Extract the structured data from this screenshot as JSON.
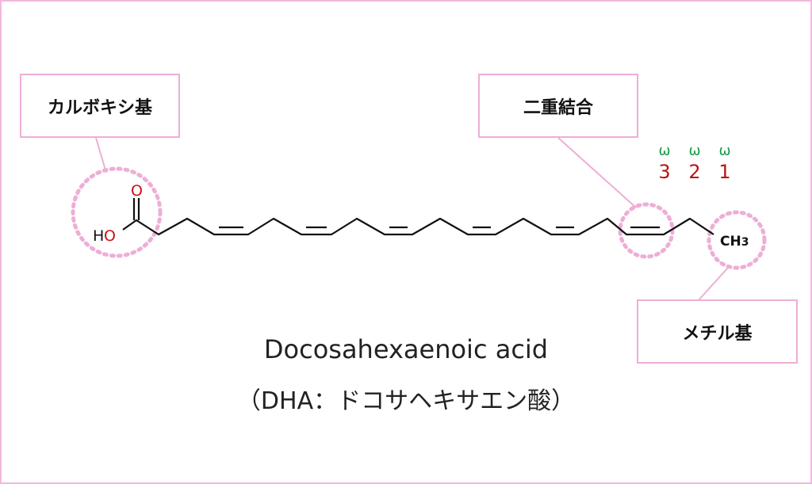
{
  "callouts": {
    "carboxyl": "カルボキシ基",
    "double_bond": "二重結合",
    "methyl": "メチル基"
  },
  "molecule": {
    "atom_o": "O",
    "atom_h": "H",
    "atom_o2": "O",
    "methyl_c": "CH",
    "methyl_sub": "3"
  },
  "omega": {
    "symbol": "ω",
    "positions": [
      "3",
      "2",
      "1"
    ]
  },
  "compound": {
    "name": "Docosahexaenoic acid",
    "subtitle": "（DHA：ドコサヘキサエン酸）"
  },
  "colors": {
    "frame": "#f2b8dc",
    "callout_border": "#eeaed6",
    "highlight": "#eeaed6",
    "oxygen": "#cc1111",
    "omega_symbol": "#1a9a4a",
    "omega_number": "#bb1111",
    "bond": "#111111"
  }
}
